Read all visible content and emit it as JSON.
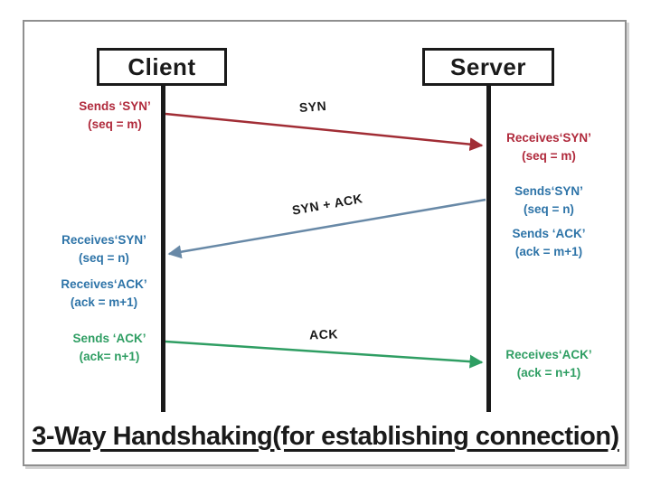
{
  "title": "3-Way Handshaking(for establishing connection)",
  "actors": [
    {
      "label": "Client"
    },
    {
      "label": "Server"
    }
  ],
  "messages": [
    {
      "label": "SYN",
      "from": "Client",
      "to": "Server",
      "color": "red"
    },
    {
      "label": "SYN + ACK",
      "from": "Server",
      "to": "Client",
      "color": "blue"
    },
    {
      "label": "ACK",
      "from": "Client",
      "to": "Server",
      "color": "green"
    }
  ],
  "client_annotations": [
    {
      "line1": "Sends ‘SYN’",
      "line2": "(seq = m)",
      "color": "red"
    },
    {
      "line1": "Receives‘SYN’",
      "line2": "(seq = n)",
      "color": "blue"
    },
    {
      "line1": "Receives‘ACK’",
      "line2": "(ack = m+1)",
      "color": "blue"
    },
    {
      "line1": "Sends ‘ACK’",
      "line2": "(ack= n+1)",
      "color": "green"
    }
  ],
  "server_annotations": [
    {
      "line1": "Receives‘SYN’",
      "line2": "(seq = m)",
      "color": "red"
    },
    {
      "line1": "Sends‘SYN’",
      "line2": "(seq = n)",
      "color": "blue"
    },
    {
      "line1": "Sends ‘ACK’",
      "line2": "(ack = m+1)",
      "color": "blue"
    },
    {
      "line1": "Receives‘ACK’",
      "line2": "(ack = n+1)",
      "color": "green"
    }
  ],
  "colors": {
    "red_text": "#b02a3c",
    "blue_text": "#2e74a8",
    "green_text": "#2f9e63",
    "red_arrow": "#a12d35",
    "blue_arrow": "#6889a7",
    "green_arrow": "#2f9e63",
    "ink": "#1a1a1a",
    "frame": "#8f8f8f"
  }
}
